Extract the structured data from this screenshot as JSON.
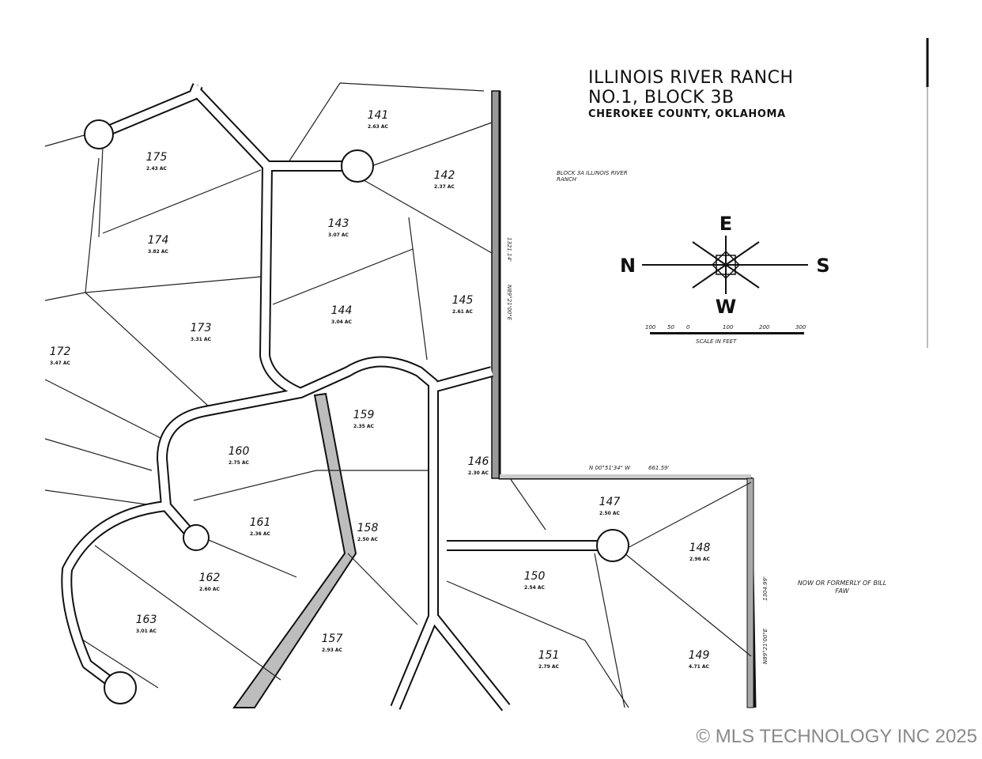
{
  "title": {
    "line1": "ILLINOIS RIVER RANCH",
    "line2": "NO.1, BLOCK 3B",
    "line3": "CHEROKEE COUNTY, OKLAHOMA"
  },
  "annotations": {
    "adjacent_block": "BLOCK 3A ILLINOIS RIVER RANCH",
    "adjacent_owner": "NOW OR FORMERLY OF BILL FAW",
    "north_boundary_bearing": "N 00°51'34\" W",
    "north_boundary_distance": "661.59'",
    "east_boundary_distance": "1321.14'",
    "east_boundary_bearing": "N89°21'00\"E",
    "south_boundary_distance": "1304.99'",
    "south_boundary_bearing": "N89°21'00\"E"
  },
  "compass": {
    "top": "E",
    "left": "N",
    "right": "S",
    "bottom": "W"
  },
  "scale": {
    "ticks": [
      "100",
      "50",
      "0",
      "100",
      "200",
      "300"
    ],
    "label": "SCALE IN FEET"
  },
  "lots": [
    {
      "id": "141",
      "acres": "2.63 AC"
    },
    {
      "id": "142",
      "acres": "2.37 AC"
    },
    {
      "id": "143",
      "acres": "3.07 AC"
    },
    {
      "id": "144",
      "acres": "3.04 AC"
    },
    {
      "id": "145",
      "acres": "2.61 AC"
    },
    {
      "id": "146",
      "acres": "2.30 AC"
    },
    {
      "id": "147",
      "acres": "2.50 AC"
    },
    {
      "id": "148",
      "acres": "2.96 AC"
    },
    {
      "id": "149",
      "acres": "4.71 AC"
    },
    {
      "id": "150",
      "acres": "2.54 AC"
    },
    {
      "id": "151",
      "acres": "2.79 AC"
    },
    {
      "id": "157",
      "acres": "2.93 AC"
    },
    {
      "id": "158",
      "acres": "2.50 AC"
    },
    {
      "id": "159",
      "acres": "2.35 AC"
    },
    {
      "id": "160",
      "acres": "2.75 AC"
    },
    {
      "id": "161",
      "acres": "2.36 AC"
    },
    {
      "id": "162",
      "acres": "2.60 AC"
    },
    {
      "id": "163",
      "acres": "3.01 AC"
    },
    {
      "id": "172",
      "acres": "3.47 AC"
    },
    {
      "id": "173",
      "acres": "3.31 AC"
    },
    {
      "id": "174",
      "acres": "3.82 AC"
    },
    {
      "id": "175",
      "acres": "2.43 AC"
    }
  ],
  "watermark": "© MLS TECHNOLOGY INC 2025"
}
